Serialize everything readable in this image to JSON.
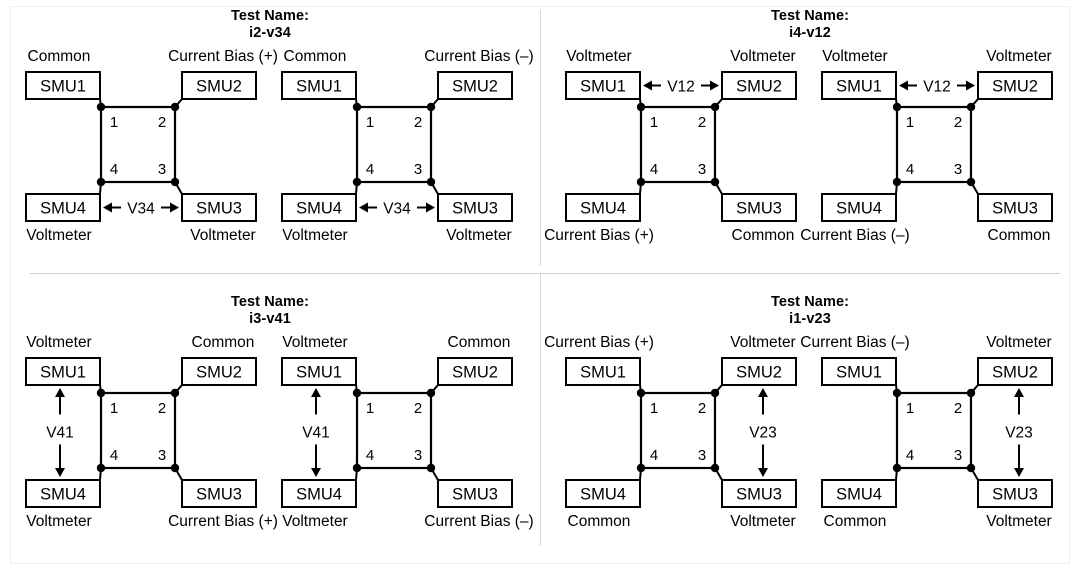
{
  "figure": {
    "title_prefix": "Test Name:",
    "layout": "2x2 grid of four van der Pauw test configurations, each showing two polarity variants",
    "dividers": {
      "color": "#d9d9d9"
    }
  },
  "labels": {
    "smu1": "SMU1",
    "smu2": "SMU2",
    "smu3": "SMU3",
    "smu4": "SMU4",
    "pin1": "1",
    "pin2": "2",
    "pin3": "3",
    "pin4": "4",
    "common": "Common",
    "voltmeter": "Voltmeter",
    "bias_plus": "Current Bias (+)",
    "bias_minus": "Current Bias (–)"
  },
  "quadrants": [
    {
      "id": "i2-v34",
      "test_name": "i2-v34",
      "position": "top-left",
      "diagrams": [
        {
          "variant": "positive",
          "roles": {
            "smu1_top": "Common",
            "smu2_top": "Current Bias (+)",
            "smu4_bottom": "Voltmeter",
            "smu3_bottom": "Voltmeter"
          },
          "measurement": {
            "label": "V34",
            "orientation": "horizontal-bottom",
            "between": [
              "SMU4",
              "SMU3"
            ]
          }
        },
        {
          "variant": "negative",
          "roles": {
            "smu1_top": "Common",
            "smu2_top": "Current Bias (–)",
            "smu4_bottom": "Voltmeter",
            "smu3_bottom": "Voltmeter"
          },
          "measurement": {
            "label": "V34",
            "orientation": "horizontal-bottom",
            "between": [
              "SMU4",
              "SMU3"
            ]
          }
        }
      ]
    },
    {
      "id": "i4-v12",
      "test_name": "i4-v12",
      "position": "top-right",
      "diagrams": [
        {
          "variant": "positive",
          "roles": {
            "smu1_top": "Voltmeter",
            "smu2_top": "Voltmeter",
            "smu4_bottom": "Current Bias (+)",
            "smu3_bottom": "Common"
          },
          "measurement": {
            "label": "V12",
            "orientation": "horizontal-top",
            "between": [
              "SMU1",
              "SMU2"
            ]
          }
        },
        {
          "variant": "negative",
          "roles": {
            "smu1_top": "Voltmeter",
            "smu2_top": "Voltmeter",
            "smu4_bottom": "Current Bias (–)",
            "smu3_bottom": "Common"
          },
          "measurement": {
            "label": "V12",
            "orientation": "horizontal-top",
            "between": [
              "SMU1",
              "SMU2"
            ]
          }
        }
      ]
    },
    {
      "id": "i3-v41",
      "test_name": "i3-v41",
      "position": "bottom-left",
      "diagrams": [
        {
          "variant": "positive",
          "roles": {
            "smu1_top": "Voltmeter",
            "smu2_top": "Common",
            "smu4_bottom": "Voltmeter",
            "smu3_bottom": "Current Bias (+)"
          },
          "measurement": {
            "label": "V41",
            "orientation": "vertical-left",
            "between": [
              "SMU1",
              "SMU4"
            ]
          }
        },
        {
          "variant": "negative",
          "roles": {
            "smu1_top": "Voltmeter",
            "smu2_top": "Common",
            "smu4_bottom": "Voltmeter",
            "smu3_bottom": "Current Bias (–)"
          },
          "measurement": {
            "label": "V41",
            "orientation": "vertical-left",
            "between": [
              "SMU1",
              "SMU4"
            ]
          }
        }
      ]
    },
    {
      "id": "i1-v23",
      "test_name": "i1-v23",
      "position": "bottom-right",
      "diagrams": [
        {
          "variant": "positive",
          "roles": {
            "smu1_top": "Current Bias (+)",
            "smu2_top": "Voltmeter",
            "smu4_bottom": "Common",
            "smu3_bottom": "Voltmeter"
          },
          "measurement": {
            "label": "V23",
            "orientation": "vertical-right",
            "between": [
              "SMU2",
              "SMU3"
            ]
          }
        },
        {
          "variant": "negative",
          "roles": {
            "smu1_top": "Current Bias (–)",
            "smu2_top": "Voltmeter",
            "smu4_bottom": "Common",
            "smu3_bottom": "Voltmeter"
          },
          "measurement": {
            "label": "V23",
            "orientation": "vertical-right",
            "between": [
              "SMU2",
              "SMU3"
            ]
          }
        }
      ]
    }
  ]
}
